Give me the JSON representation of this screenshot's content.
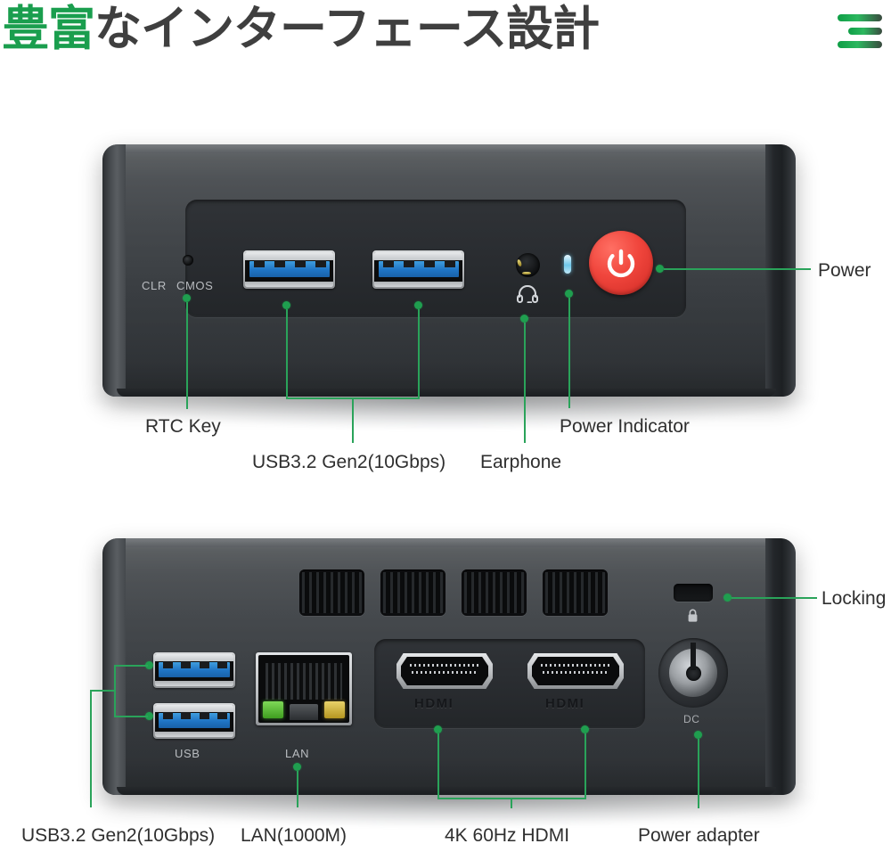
{
  "header": {
    "title_highlight": "豊富",
    "title_rest": "なインターフェース設計",
    "menu_icon": "hamburger-menu-icon",
    "accent_color": "#1a9e4e",
    "text_color": "#3f3f3f"
  },
  "front_panel": {
    "silkscreen": {
      "clr": "CLR",
      "cmos": "CMOS"
    },
    "callouts": [
      {
        "id": "rtc-key",
        "label": "RTC Key"
      },
      {
        "id": "usb32-gen2",
        "label": "USB3.2 Gen2(10Gbps)"
      },
      {
        "id": "earphone",
        "label": "Earphone"
      },
      {
        "id": "power-indicator",
        "label": "Power Indicator"
      },
      {
        "id": "power",
        "label": "Power"
      }
    ],
    "components": {
      "usb_port_count": 2,
      "power_button_color": "#ef4338",
      "power_led_color": "#6fc9ec"
    }
  },
  "rear_panel": {
    "silkscreen": {
      "usb": "USB",
      "lan": "LAN",
      "hdmi_left": "HDMI",
      "hdmi_right": "HDMI",
      "dc": "DC",
      "lock": "lock-icon"
    },
    "callouts": [
      {
        "id": "usb32-gen2",
        "label": "USB3.2 Gen2(10Gbps)"
      },
      {
        "id": "lan-1000m",
        "label": "LAN(1000M)"
      },
      {
        "id": "hdmi-4k60",
        "label": "4K 60Hz HDMI"
      },
      {
        "id": "power-adapter",
        "label": "Power adapter"
      },
      {
        "id": "locking",
        "label": "Locking"
      }
    ],
    "components": {
      "usb_port_count": 2,
      "hdmi_port_count": 2,
      "vent_count": 4,
      "lan_led_green": "#5ac83c",
      "lan_led_amber": "#c8aa2a"
    }
  }
}
